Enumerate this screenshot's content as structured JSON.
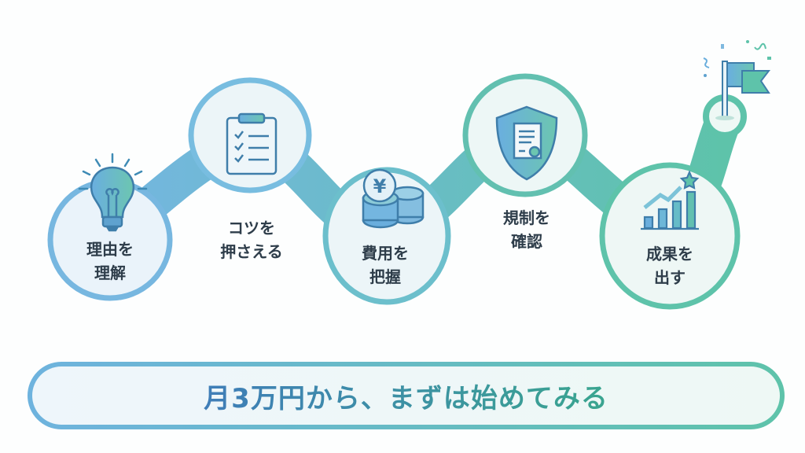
{
  "steps": [
    {
      "line1": "理由を",
      "line2": "理解",
      "icon": "lightbulb-icon"
    },
    {
      "line1": "コツを",
      "line2": "押さえる",
      "icon": "clipboard-checklist-icon"
    },
    {
      "line1": "費用を",
      "line2": "把握",
      "icon": "yen-coins-icon"
    },
    {
      "line1": "規制を",
      "line2": "確認",
      "icon": "shield-certificate-icon"
    },
    {
      "line1": "成果を",
      "line2": "出す",
      "icon": "growth-chart-star-icon"
    }
  ],
  "goal_icon": "goal-flag-icon",
  "coin_symbol": "¥",
  "banner": {
    "text": "月3万円から、まずは始めてみる"
  },
  "colors": {
    "blue": "#6eb3de",
    "teal": "#5ec3aa",
    "text": "#2e3d4a",
    "fill": "#eef6f9"
  }
}
